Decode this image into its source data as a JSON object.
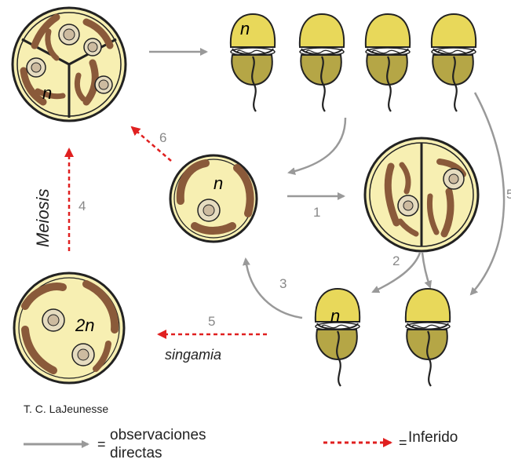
{
  "labels": {
    "cell_ploidy_n": "n",
    "cell_ploidy_2n": "2n",
    "meiosis": "Meiosis",
    "syngamy": "singamia",
    "author": "T. C. LaJeunesse",
    "legend_direct_line1": "observaciones",
    "legend_direct_line2": "directas",
    "legend_inferred": "Inferido",
    "equals": "="
  },
  "steps": [
    "1",
    "2",
    "3",
    "4",
    "5",
    "5",
    "6"
  ],
  "colors": {
    "cell_fill": "#f7efb2",
    "cell_outline": "#222222",
    "chromosome": "#8a5a3a",
    "nucleus_outer": "#e6dcc0",
    "nucleus_inner": "#cdbba0",
    "gamete_upper": "#e8d85a",
    "gamete_lower": "#b5a646",
    "solid_arrow": "#999999",
    "dashed_arrow": "#e02020"
  }
}
